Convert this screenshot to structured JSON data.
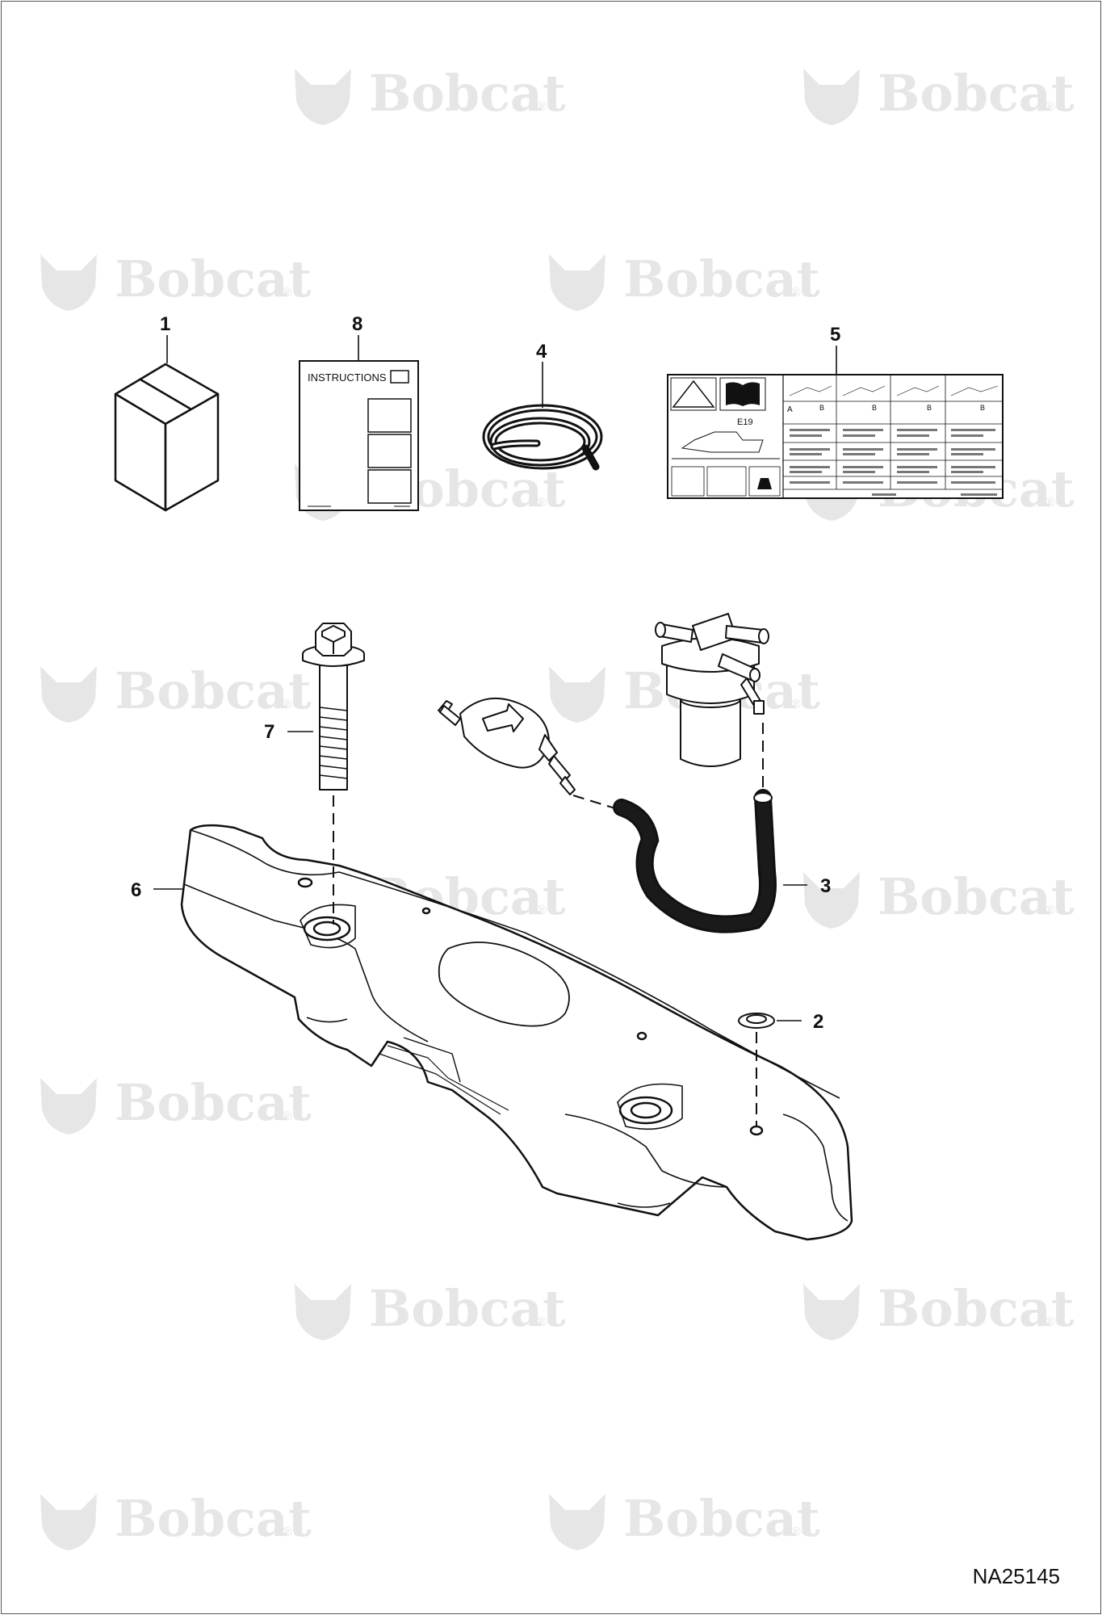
{
  "drawing_id": "NA25145",
  "watermark": {
    "text": "Bobcat",
    "mark": "®"
  },
  "callouts": [
    {
      "id": "callout-1",
      "label": "1"
    },
    {
      "id": "callout-2",
      "label": "2"
    },
    {
      "id": "callout-3",
      "label": "3"
    },
    {
      "id": "callout-4",
      "label": "4"
    },
    {
      "id": "callout-5",
      "label": "5"
    },
    {
      "id": "callout-6",
      "label": "6"
    },
    {
      "id": "callout-7",
      "label": "7"
    },
    {
      "id": "callout-8",
      "label": "8"
    }
  ],
  "instructions_sheet": {
    "title": "INSTRUCTIONS"
  },
  "decal": {
    "model": "E19",
    "column_a": "A",
    "column_b": "B"
  },
  "colors": {
    "line": "#111111",
    "watermark": "#e6e6e6",
    "hose": "#111111"
  }
}
